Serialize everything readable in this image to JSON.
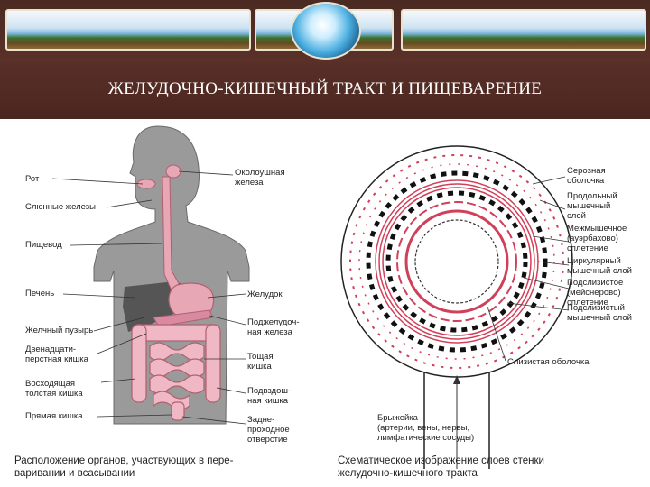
{
  "header": {
    "title": "ЖЕЛУДОЧНО-КИШЕЧНЫЙ ТРАКТ И ПИЩЕВАРЕНИЕ"
  },
  "anatomy": {
    "left_labels": [
      "Рот",
      "Слюнные железы",
      "Пищевод",
      "Печень",
      "Желчный пузырь",
      "Двенадцати-\nперстная кишка",
      "Восходящая\nтолстая кишка",
      "Прямая кишка"
    ],
    "right_labels": [
      "Околоушная\nжелеза",
      "Желудок",
      "Поджелудоч-\nная железа",
      "Тощая\nкишка",
      "Подвздош-\nная кишка",
      "Задне-\nпроходное\nотверстие"
    ],
    "caption": "Расположение органов, участвующих в пере-\nваривании и всасывании"
  },
  "cross_section": {
    "labels": [
      "Серозная\nоболочка",
      "Продольный\nмышечный\nслой",
      "Межмышечное\n(ауэрбахово)\nсплетение",
      "Циркулярный\nмышечный слой",
      "Подслизистое\n(мейснерово)\nсплетение",
      "Подслизистый\nмышечный слой",
      "Слизистая оболочка",
      "Брыжейка\n(артерии, вены, нервы,\nлимфатические сосуды)"
    ],
    "caption": "Схематическое изображение слоев стенки\nжелудочно-кишечного тракта"
  },
  "colors": {
    "banner": "#4a2a22",
    "skin": "#9a9a9a",
    "organ_pink": "#e8a7b4",
    "liver": "#555555",
    "ring_red": "#d0405a"
  }
}
